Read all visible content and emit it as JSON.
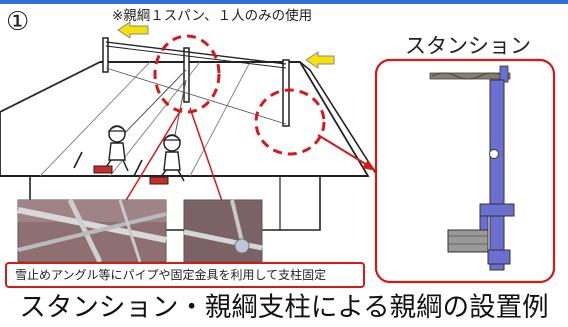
{
  "diagram": {
    "number": "①",
    "note": "※親綱１スパン、１人のみの使用",
    "stanchion_title": "スタンション",
    "photo_caption": "雪止めアングル等にパイプや固定金具を利用して支柱固定",
    "footer_title": "スタンション・親綱支柱による親綱の設置例"
  },
  "colors": {
    "accent_blue": "#2f6fd6",
    "callout_red": "#d21a1a",
    "arrow_yellow": "#f4e20a",
    "stanchion_blue": "#6b6fd0"
  }
}
